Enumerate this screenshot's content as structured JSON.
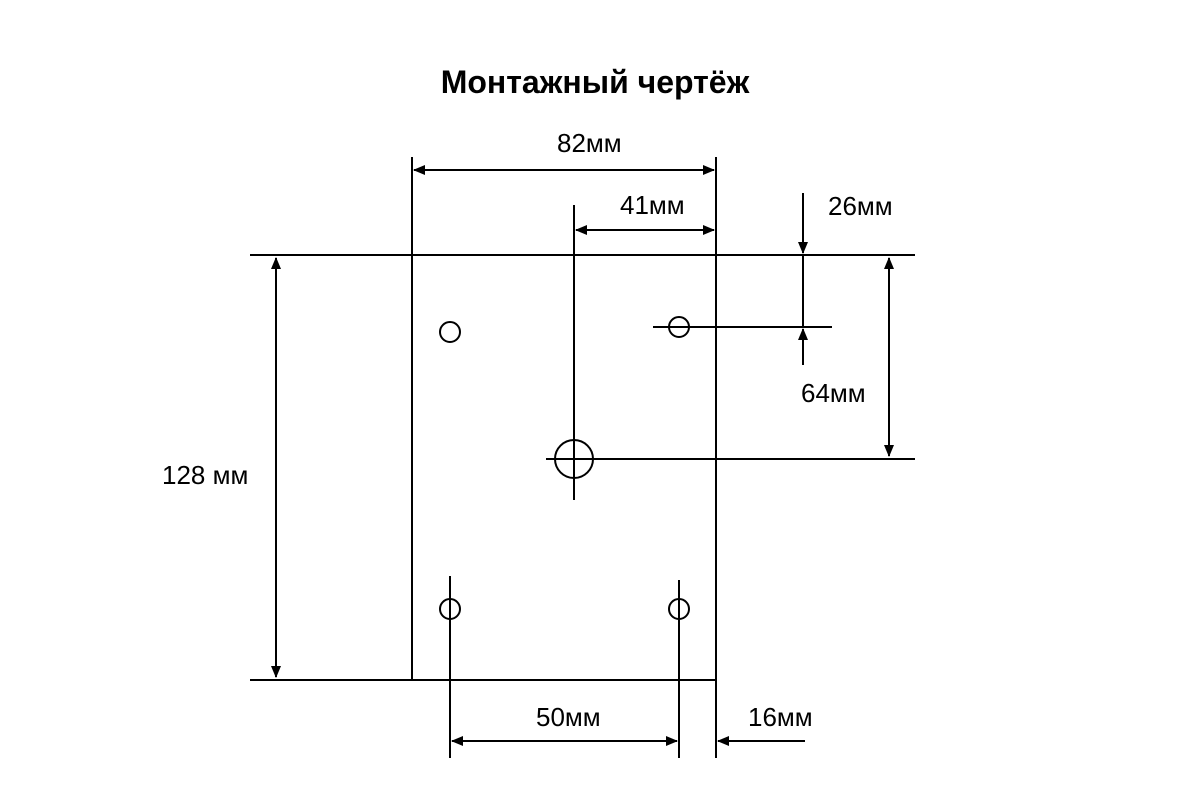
{
  "title": "Монтажный чертёж",
  "dimensions": {
    "overall_width": "82мм",
    "center_hole_offset": "41мм",
    "top_hole_offset": "26мм",
    "center_hole_vertical": "64мм",
    "overall_height": "128 мм",
    "bottom_hole_spacing": "50мм",
    "edge_offset": "16мм"
  },
  "colors": {
    "line": "#000000",
    "background": "#ffffff"
  }
}
